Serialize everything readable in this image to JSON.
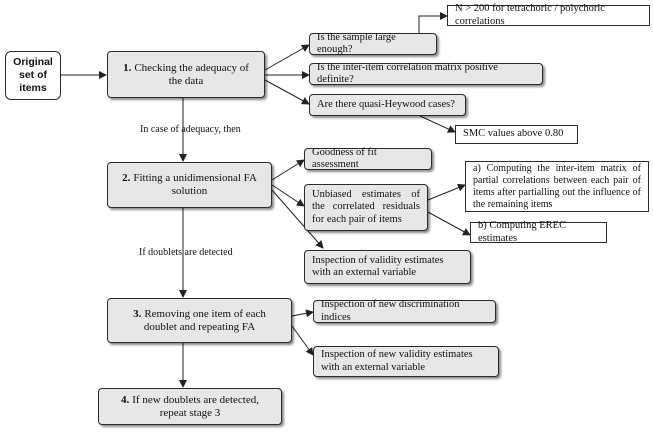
{
  "nodes": {
    "original": "Original set of items",
    "stage1": {
      "num": "1.",
      "text": "Checking the adequacy of the data"
    },
    "stage2": {
      "num": "2.",
      "text": "Fitting a unidimensional FA solution"
    },
    "stage3": {
      "num": "3.",
      "text": "Removing one item of each doublet and repeating FA"
    },
    "stage4": {
      "num": "4.",
      "text": "If new doublets are detected, repeat stage 3"
    },
    "q_sample": "Is the sample large enough?",
    "q_matrix": "Is the inter-item correlation matrix positive definite?",
    "q_heywood": "Are there quasi-Heywood cases?",
    "n200": "N > 200 for tetrachoric / polychoric correlations",
    "smc": "SMC values above 0.80",
    "gof": "Goodness of fit assessment",
    "unbiased": "Unbiased estimates of the correlated residuals for each pair of items",
    "partial": "a) Computing the inter-item matrix of partial correlations between each pair of items after partialling out the influence of the remaining items",
    "erec": "b) Computing EREC estimates",
    "validity1": "Inspection of validity estimates with an external variable",
    "discrim": "Inspection of new discrimination indices",
    "validity2": "Inspection of new validity estimates with an external variable"
  },
  "labels": {
    "adequacy": "In case of adequacy, then",
    "doublets": "If doublets are detected"
  }
}
